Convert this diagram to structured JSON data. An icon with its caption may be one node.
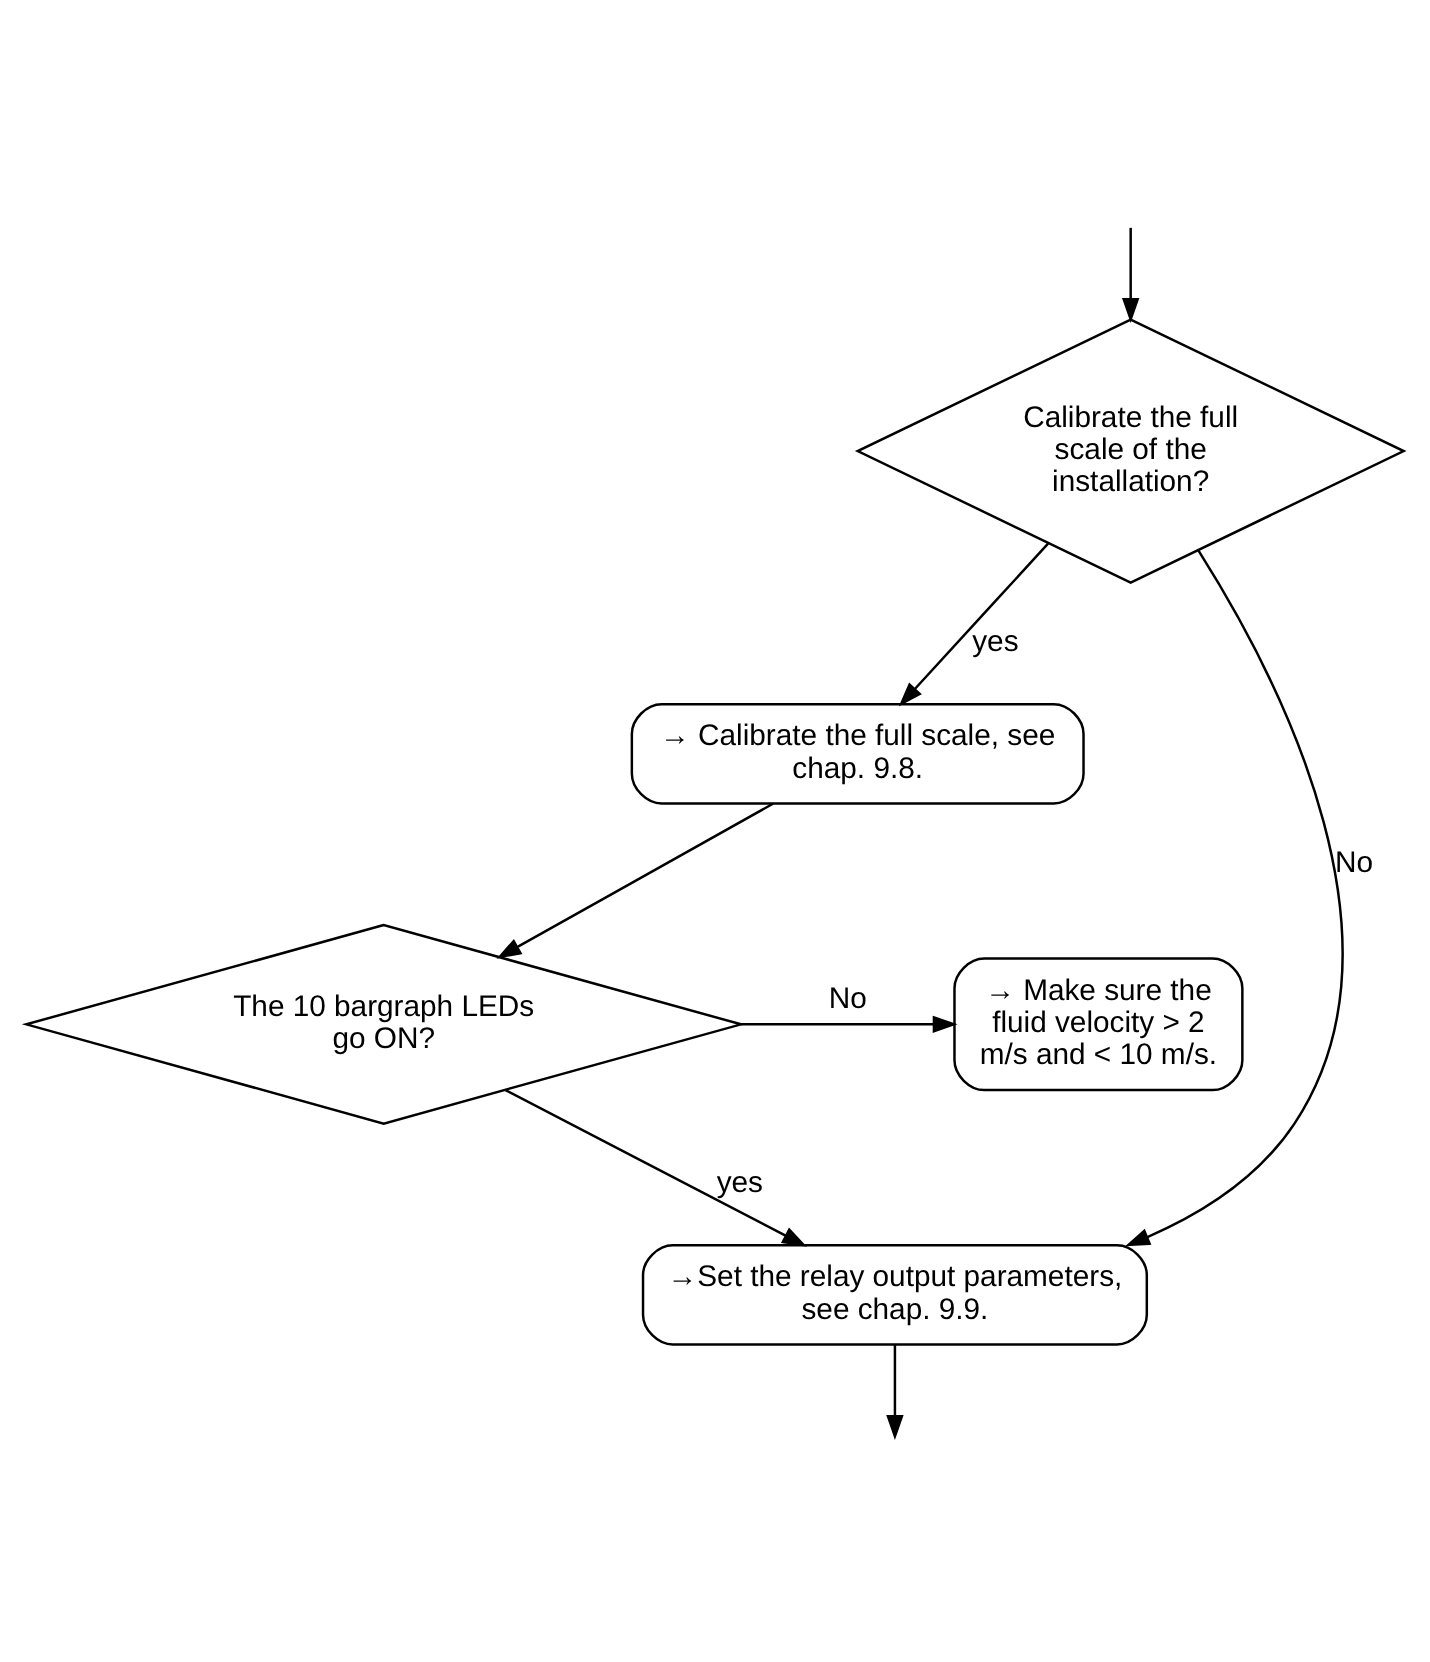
{
  "diagram": {
    "nodes": [
      {
        "text": [
          "Calibrate the full scale of the installation?"
        ]
      },
      {
        "text": [
          "→ Calibrate the full scale, see chap. 9.8."
        ]
      },
      {
        "text": [
          "The 10 bargraph LEDs go ON?"
        ]
      },
      {
        "text": [
          "→ Make sure the fluid velocity > 2 m/s and < 10 m/s."
        ]
      },
      {
        "text": [
          "→Set the relay output parameters, see chap. 9.9."
        ]
      }
    ],
    "edges": [
      {
        "from": null,
        "to": 0,
        "arrow": "to"
      },
      {
        "from": 0,
        "to": 1,
        "arrow": "to",
        "label": "yes"
      },
      {
        "from": 0,
        "to": 4,
        "arrow": "to",
        "label": "No"
      },
      {
        "from": 1,
        "to": 2,
        "arrow": "to"
      },
      {
        "from": 2,
        "to": 3,
        "arrow": "to",
        "label": "No"
      },
      {
        "from": 2,
        "to": 4,
        "arrow": "to",
        "label": "yes"
      },
      {
        "from": 4,
        "to": null,
        "arrow": "to"
      }
    ]
  }
}
